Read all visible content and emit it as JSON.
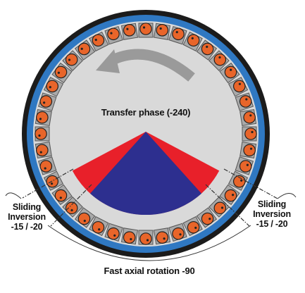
{
  "diagram": {
    "center_label": "Transfer phase (-240)",
    "left_label": {
      "line1": "Sliding",
      "line2": "Inversion",
      "line3": "-15 / -20"
    },
    "right_label": {
      "line1": "Sliding",
      "line2": "Inversion",
      "line3": "-15 / -20"
    },
    "bottom_label": "Fast axial rotation -90",
    "colors": {
      "outer_ring": "#1b1b1b",
      "blue_ring": "#2f78c2",
      "inner_disc": "#d9d9d9",
      "slot": "#a9a9a9",
      "ball": "#e8652a",
      "arrow": "#9a9a9a",
      "red_sector": "#e8202a",
      "blue_sector": "#2d2f8f"
    },
    "icons": [
      "rotation-arrow-icon",
      "ball-icon"
    ]
  }
}
